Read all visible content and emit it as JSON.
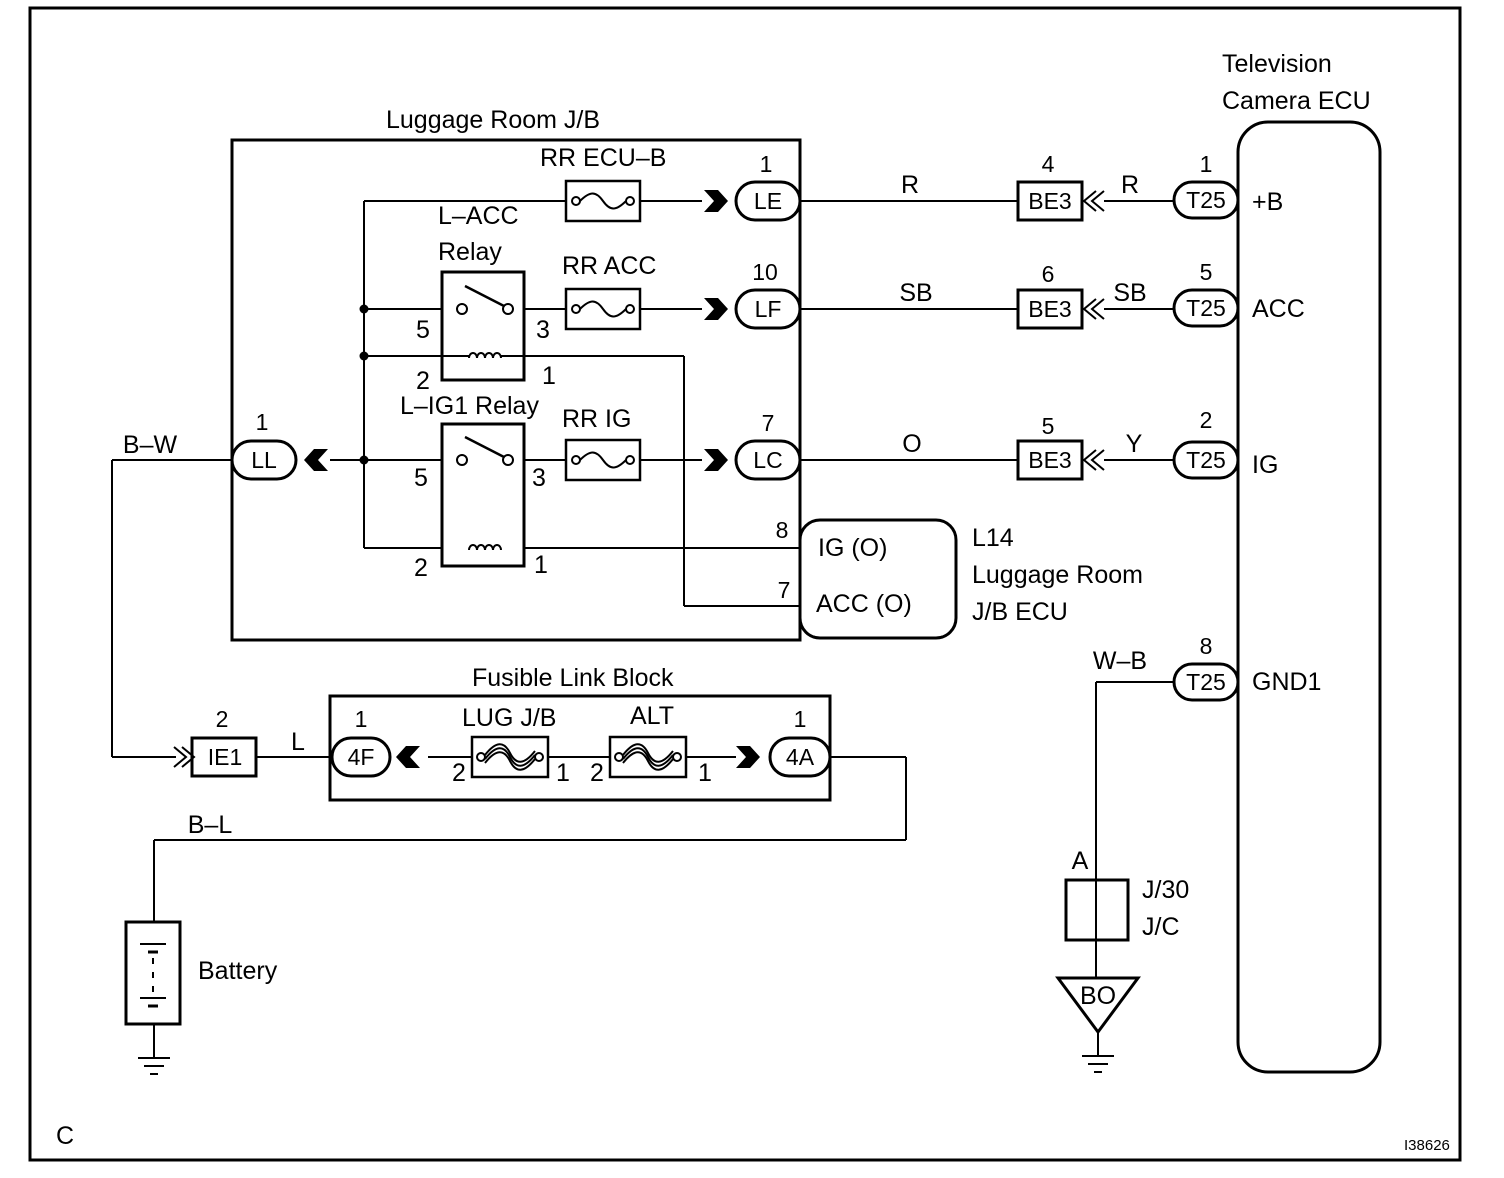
{
  "corner_letter": "C",
  "figure_code": "I38626",
  "ecu": {
    "title_line1": "Television",
    "title_line2": "Camera ECU",
    "terminals": [
      {
        "pin": "1",
        "name": "+B"
      },
      {
        "pin": "5",
        "name": "ACC"
      },
      {
        "pin": "2",
        "name": "IG"
      },
      {
        "pin": "8",
        "name": "GND1"
      }
    ],
    "connector": "T25"
  },
  "junction_block": {
    "title": "Luggage Room J/B",
    "fuses": [
      "RR ECU–B",
      "RR ACC",
      "RR IG"
    ],
    "relay_acc_line1": "L–ACC",
    "relay_acc_line2": "Relay",
    "relay_ig": "L–IG1 Relay",
    "relay_pins": {
      "p5": "5",
      "p3": "3",
      "p2": "2",
      "p1": "1"
    },
    "outputs": [
      {
        "pin": "1",
        "connector": "LE"
      },
      {
        "pin": "10",
        "connector": "LF"
      },
      {
        "pin": "7",
        "connector": "LC"
      }
    ],
    "input": {
      "pin": "1",
      "connector": "LL"
    }
  },
  "jb_ecu": {
    "code": "L14",
    "name_line1": "Luggage Room",
    "name_line2": "J/B ECU",
    "pins": [
      {
        "pin": "8",
        "label": "IG (O)"
      },
      {
        "pin": "7",
        "label": "ACC (O)"
      }
    ]
  },
  "intermediate": {
    "connector": "BE3",
    "pins": [
      "4",
      "6",
      "5"
    ]
  },
  "wires": {
    "plus_b_left": "R",
    "plus_b_right": "R",
    "acc_left": "SB",
    "acc_right": "SB",
    "ig_left": "O",
    "ig_right": "Y",
    "bw": "B–W",
    "l": "L",
    "bl": "B–L",
    "wb": "W–B"
  },
  "ie1": {
    "pin": "2",
    "connector": "IE1"
  },
  "fusible_link_block": {
    "title": "Fusible Link Block",
    "fuse1": "LUG J/B",
    "fuse2": "ALT",
    "left": {
      "pin": "1",
      "connector": "4F"
    },
    "right": {
      "pin": "1",
      "connector": "4A"
    },
    "fuse_pins": {
      "a": "2",
      "b": "1"
    }
  },
  "battery": "Battery",
  "jc": {
    "pin": "A",
    "line1": "J/30",
    "line2": "J/C"
  },
  "ground": "BO"
}
